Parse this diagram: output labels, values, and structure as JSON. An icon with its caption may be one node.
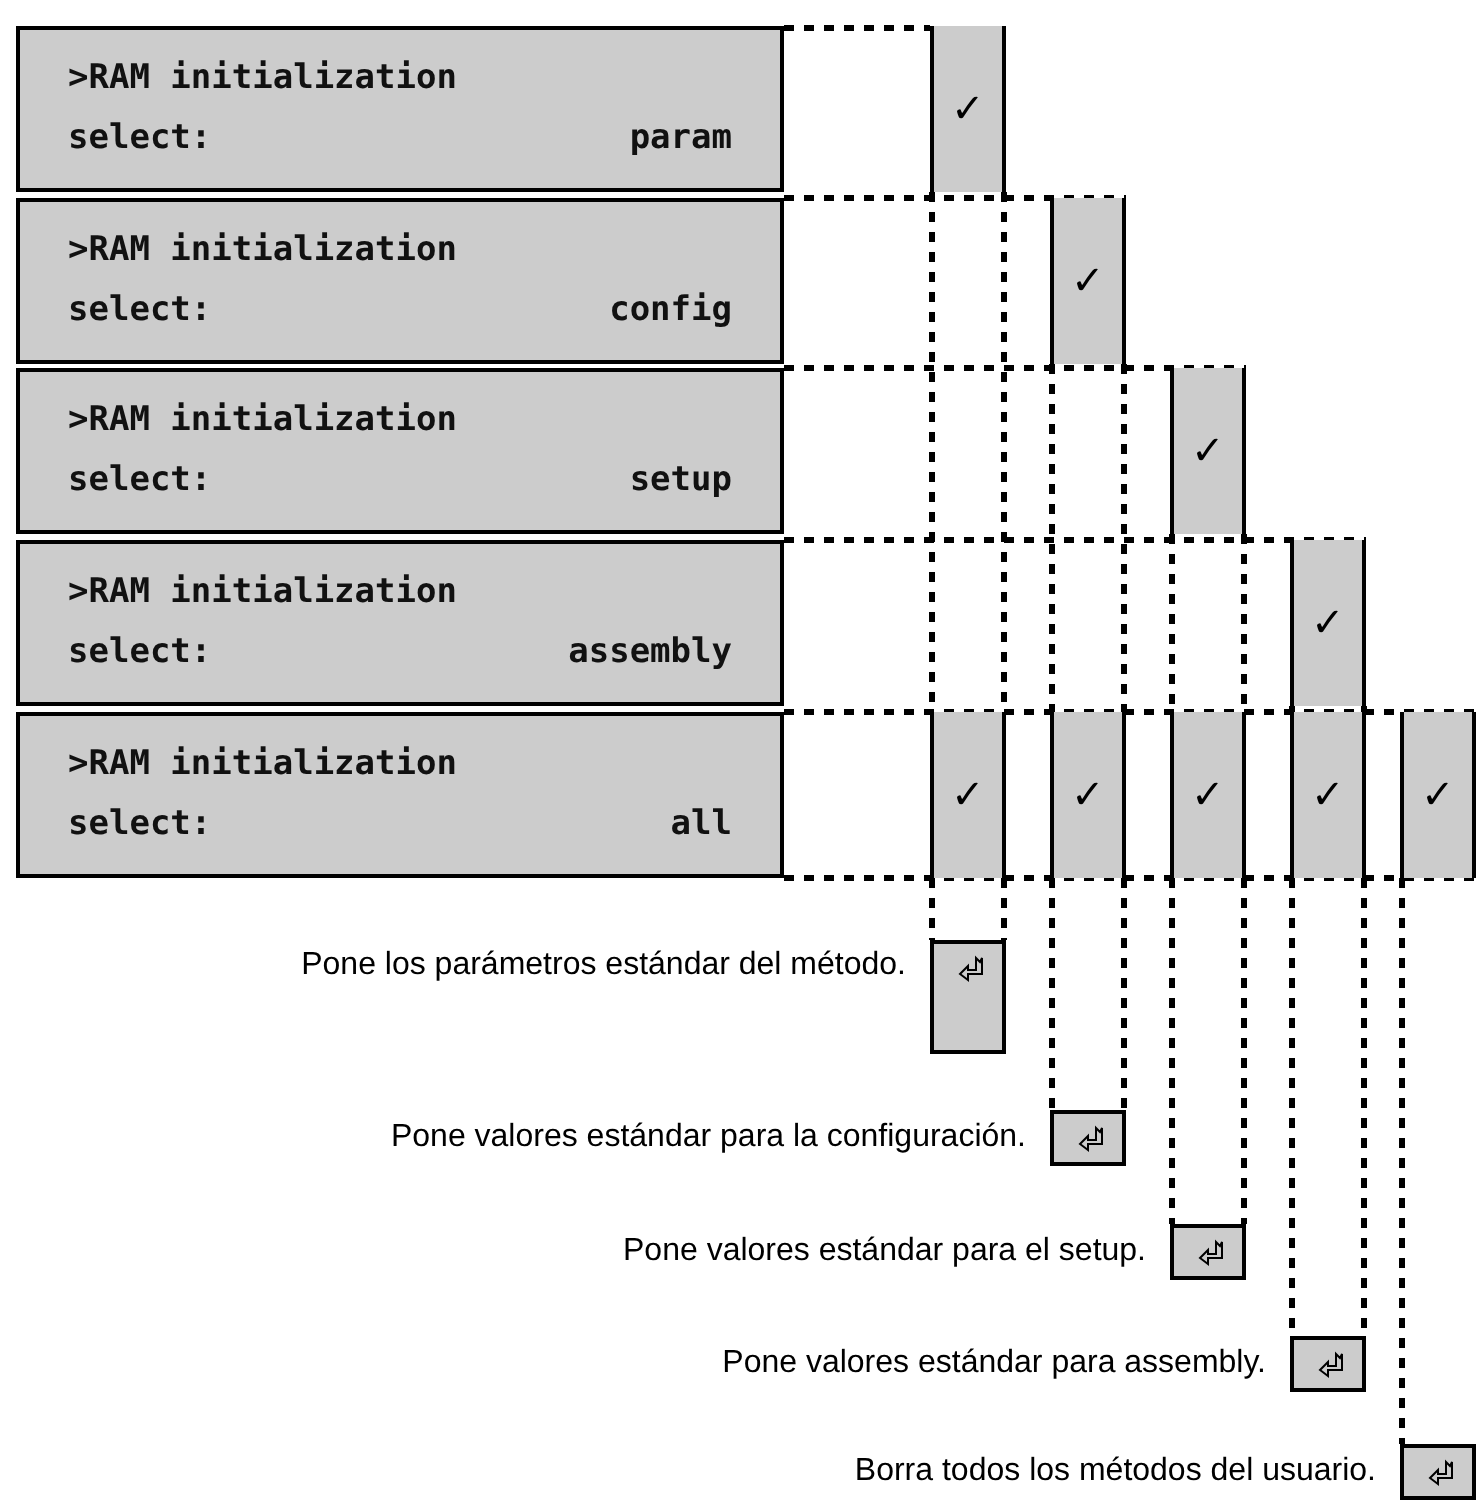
{
  "diagram": {
    "nodes": [
      {
        "text": [
          ">RAM initialization",
          "select:",
          "param"
        ]
      },
      {
        "text": [
          "✓"
        ]
      },
      {
        "text": [
          ">RAM initialization",
          "select:",
          "config"
        ]
      },
      {
        "text": [
          "✓"
        ]
      },
      {
        "text": [
          ">RAM initialization",
          "select:",
          "setup"
        ]
      },
      {
        "text": [
          "✓"
        ]
      },
      {
        "text": [
          ">RAM initialization",
          "select:",
          "assembly"
        ]
      },
      {
        "text": [
          "✓"
        ]
      },
      {
        "text": [
          ">RAM initialization",
          "select:",
          "all"
        ]
      },
      {
        "text": [
          "✓"
        ]
      },
      {
        "text": [
          "✓"
        ]
      },
      {
        "text": [
          "✓"
        ]
      },
      {
        "text": [
          "✓"
        ]
      },
      {
        "text": [
          "✓"
        ]
      },
      {
        "text": [],
        "shape": "box",
        "beside": [
          "Pone los parámetros estándar del método."
        ]
      },
      {
        "text": [],
        "shape": "box",
        "beside": [
          "Pone valores estándar para la configuración."
        ]
      },
      {
        "text": [],
        "shape": "box",
        "beside": [
          "Pone valores estándar para el setup."
        ]
      },
      {
        "text": [],
        "shape": "box",
        "beside": [
          "Pone valores estándar para assembly."
        ]
      },
      {
        "text": [],
        "shape": "box",
        "beside": [
          "Borra todos los métodos del usuario."
        ]
      }
    ],
    "edges": [
      {
        "from": 1,
        "to": 9,
        "arrow": "none",
        "style": "dashed"
      },
      {
        "from": 3,
        "to": 10,
        "arrow": "none",
        "style": "dashed"
      },
      {
        "from": 5,
        "to": 11,
        "arrow": "none",
        "style": "dashed"
      },
      {
        "from": 7,
        "to": 12,
        "arrow": "none",
        "style": "dashed"
      },
      {
        "from": 9,
        "to": 14,
        "arrow": "none",
        "style": "dashed"
      },
      {
        "from": 10,
        "to": 15,
        "arrow": "none",
        "style": "dashed"
      },
      {
        "from": 11,
        "to": 16,
        "arrow": "none",
        "style": "dashed"
      },
      {
        "from": 12,
        "to": 17,
        "arrow": "none",
        "style": "dashed"
      },
      {
        "from": 13,
        "to": 18,
        "arrow": "none",
        "style": "dashed"
      },
      {
        "from": 0,
        "to": 1,
        "arrow": "none",
        "style": "dashed"
      },
      {
        "from": 2,
        "to": 3,
        "arrow": "none",
        "style": "dashed"
      },
      {
        "from": 4,
        "to": 5,
        "arrow": "none",
        "style": "dashed"
      },
      {
        "from": 6,
        "to": 7,
        "arrow": "none",
        "style": "dashed"
      },
      {
        "from": 8,
        "to": 13,
        "arrow": "none",
        "style": "dashed"
      },
      {
        "from": 8,
        "to": 13,
        "arrow": "none",
        "style": "dashed"
      }
    ]
  }
}
